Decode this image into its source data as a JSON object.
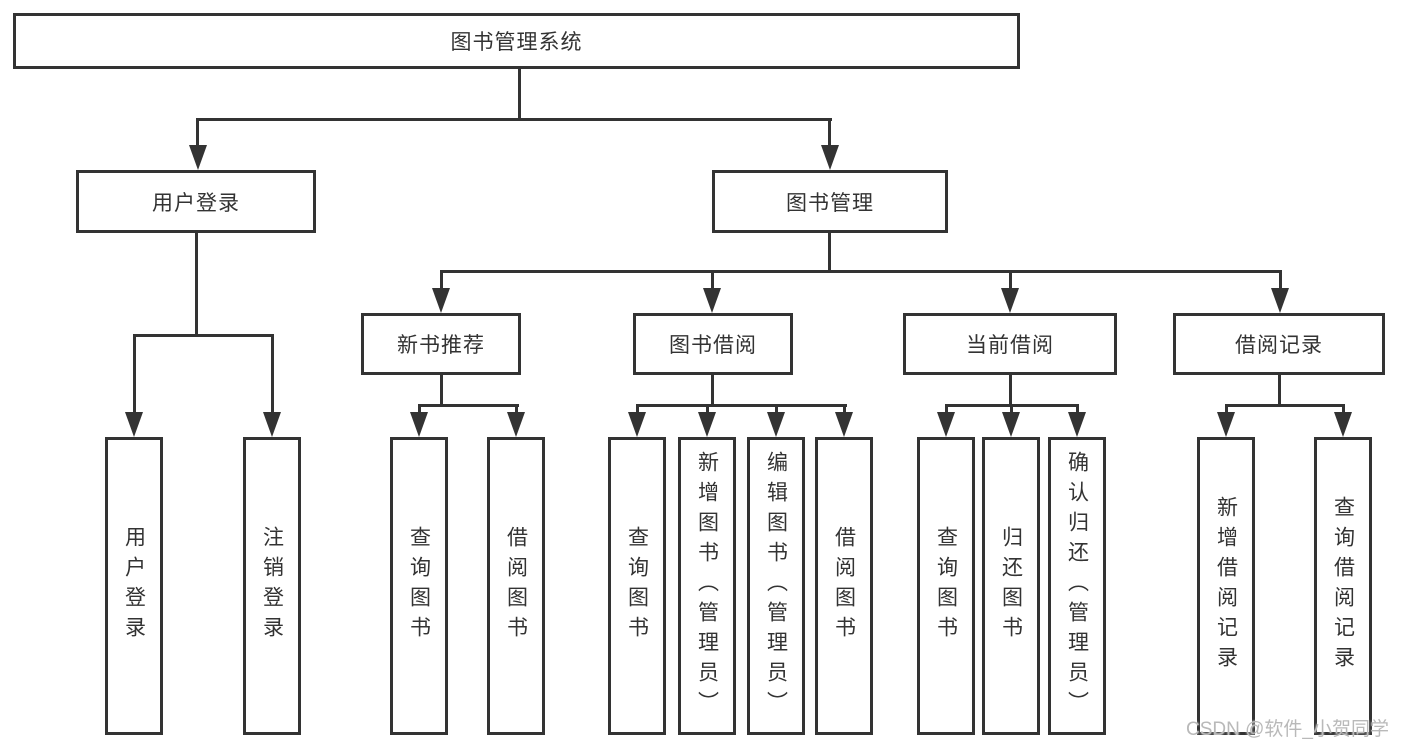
{
  "diagram": {
    "root": "图书管理系统",
    "level2": [
      "用户登录",
      "图书管理"
    ],
    "level3": [
      "新书推荐",
      "图书借阅",
      "当前借阅",
      "借阅记录"
    ],
    "leaves": [
      [
        "用户登录",
        "注销登录"
      ],
      [
        "查询图书",
        "借阅图书"
      ],
      [
        "查询图书",
        "新增图书（管理员）",
        "编辑图书（管理员）",
        "借阅图书"
      ],
      [
        "查询图书",
        "归还图书",
        "确认归还（管理员）"
      ],
      [
        "新增借阅记录",
        "查询借阅记录"
      ]
    ]
  },
  "watermark": "CSDN @软件_小贺同学",
  "colors": {
    "line": "#333333",
    "text": "#333333",
    "watermark": "#b9b9b9",
    "background": "#ffffff"
  }
}
